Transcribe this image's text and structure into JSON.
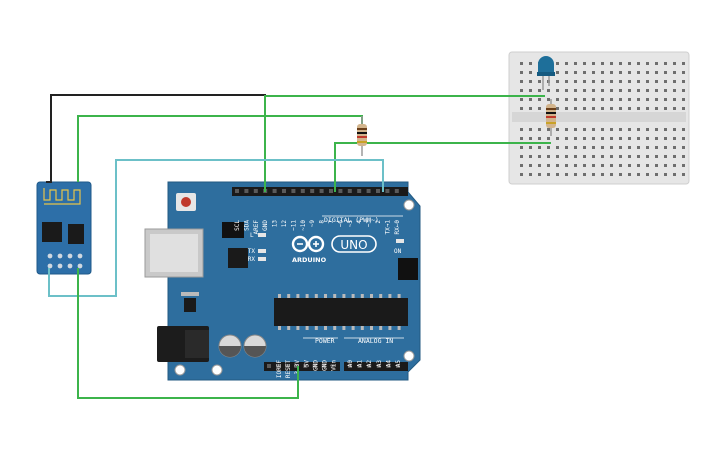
{
  "arduino": {
    "model_label": "UNO",
    "brand": "ARDUINO",
    "digital_header": "DIGITAL (PWM~)",
    "power_header": "POWER",
    "analog_header": "ANALOG IN",
    "led_l": "L",
    "led_tx": "TX",
    "led_rx": "RX",
    "led_on": "ON",
    "top_pins": [
      "SCL",
      "SDA",
      "AREF",
      "GND",
      "13",
      "12",
      "~11",
      "~10",
      "~9",
      "8",
      "7",
      "~6",
      "~5",
      "4",
      "~3",
      "2",
      "TX→1",
      "RX←0"
    ],
    "power_pins": [
      "IOREF",
      "RESET",
      "3.3V",
      "5V",
      "GND",
      "GND",
      "Vin"
    ],
    "analog_pins": [
      "A0",
      "A1",
      "A2",
      "A3",
      "A4",
      "A5"
    ]
  },
  "wires": {
    "colors": {
      "green": "#3cb44b",
      "black": "#222222",
      "teal": "#6cc0c8",
      "board": "#2e6e9e",
      "breadboard": "#e3e3e3"
    }
  },
  "components": {
    "led_color": "#1e6f9a",
    "resistor_color": "#d2b48c"
  }
}
